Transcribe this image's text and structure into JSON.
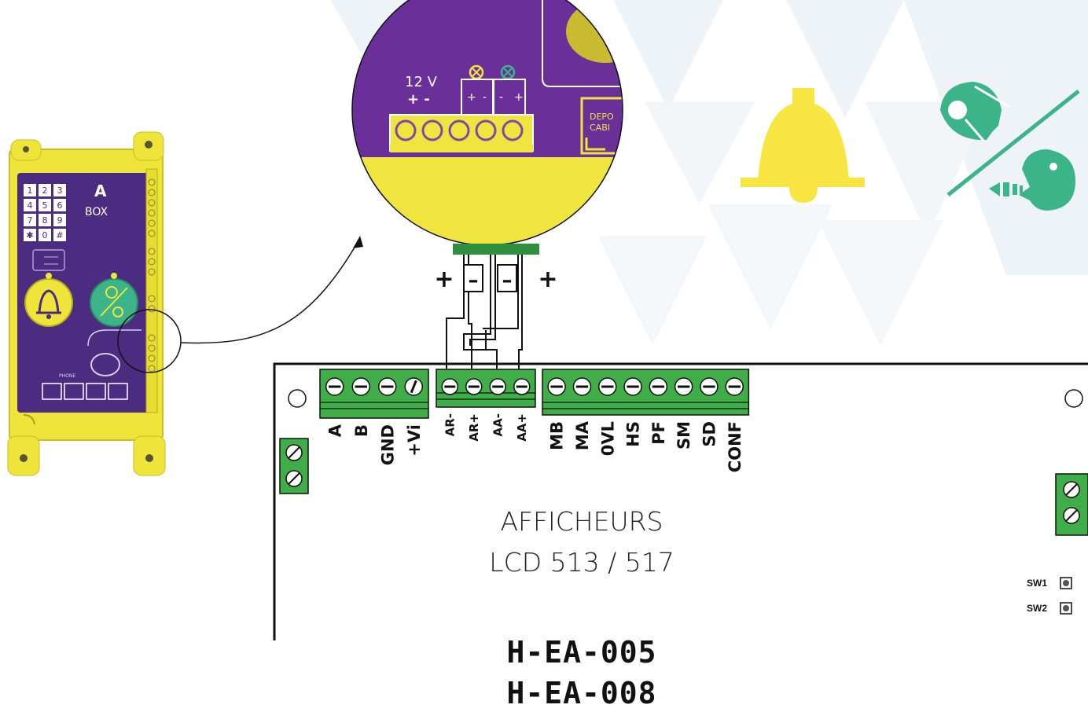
{
  "colors": {
    "terminal_green": "#3fae49",
    "box_purple": "#4b2c80",
    "box_yellow": "#efe43a",
    "bell_yellow": "#f7e541",
    "teal": "#3bb48a",
    "bg_triangle": "#eef3f7"
  },
  "icons": [
    "bell-icon",
    "intercom-icon",
    "phone-speaker-icon",
    "screw-terminal-icon"
  ],
  "zoom": {
    "voltage_label": "12 V",
    "polarity_label": "+ -",
    "led_pol_1": "+",
    "led_pol_2": "-",
    "led_pol_3": "-",
    "led_pol_4": "+",
    "side_label_1": "DEPO",
    "side_label_2": "CABI"
  },
  "wire_polarity": [
    "+",
    "–",
    "–",
    "+"
  ],
  "board": {
    "terminals_group1": [
      "A",
      "B",
      "GND",
      "+Vi"
    ],
    "terminals_group2": [
      "AR-",
      "AR+",
      "AA-",
      "AA+"
    ],
    "terminals_group3": [
      "MB",
      "MA",
      "0VL",
      "HS",
      "PF",
      "SM",
      "SD",
      "CONF"
    ],
    "title_line1": "AFFICHEURS",
    "title_line2": "LCD 513 / 517",
    "switch1": "SW1",
    "switch2": "SW2"
  },
  "model_codes": [
    "H-EA-005",
    "H-EA-008"
  ],
  "device": {
    "keypad": [
      "1",
      "2",
      "3",
      "4",
      "5",
      "6",
      "7",
      "8",
      "9",
      "✱",
      "0",
      "#"
    ],
    "brand": "BOX",
    "phone_label": "PHONE"
  }
}
